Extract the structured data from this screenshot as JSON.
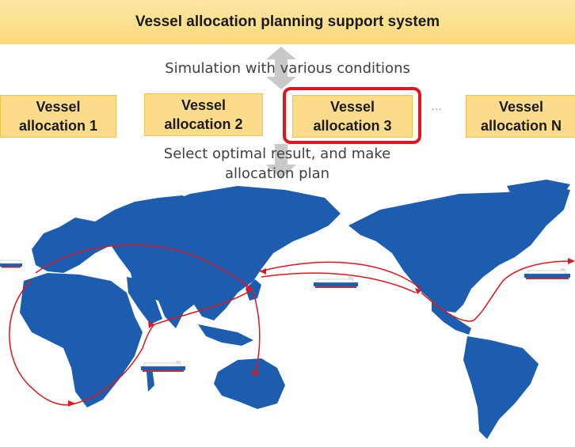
{
  "header": {
    "title": "Vessel allocation planning support system"
  },
  "captions": {
    "simulation": "Simulation with various conditions",
    "select": "Select optimal result, and make\nallocation plan"
  },
  "allocations": [
    {
      "label": "Vessel\nallocation 1"
    },
    {
      "label": "Vessel\nallocation 2"
    },
    {
      "label": "Vessel\nallocation 3",
      "selected": true
    },
    {
      "label": "Vessel\nallocation N"
    }
  ],
  "ellipsis": "…",
  "colors": {
    "land": "#1c5db0",
    "route": "#e0151d",
    "highlight": "#e0151d",
    "box": "#fcdc8a"
  }
}
